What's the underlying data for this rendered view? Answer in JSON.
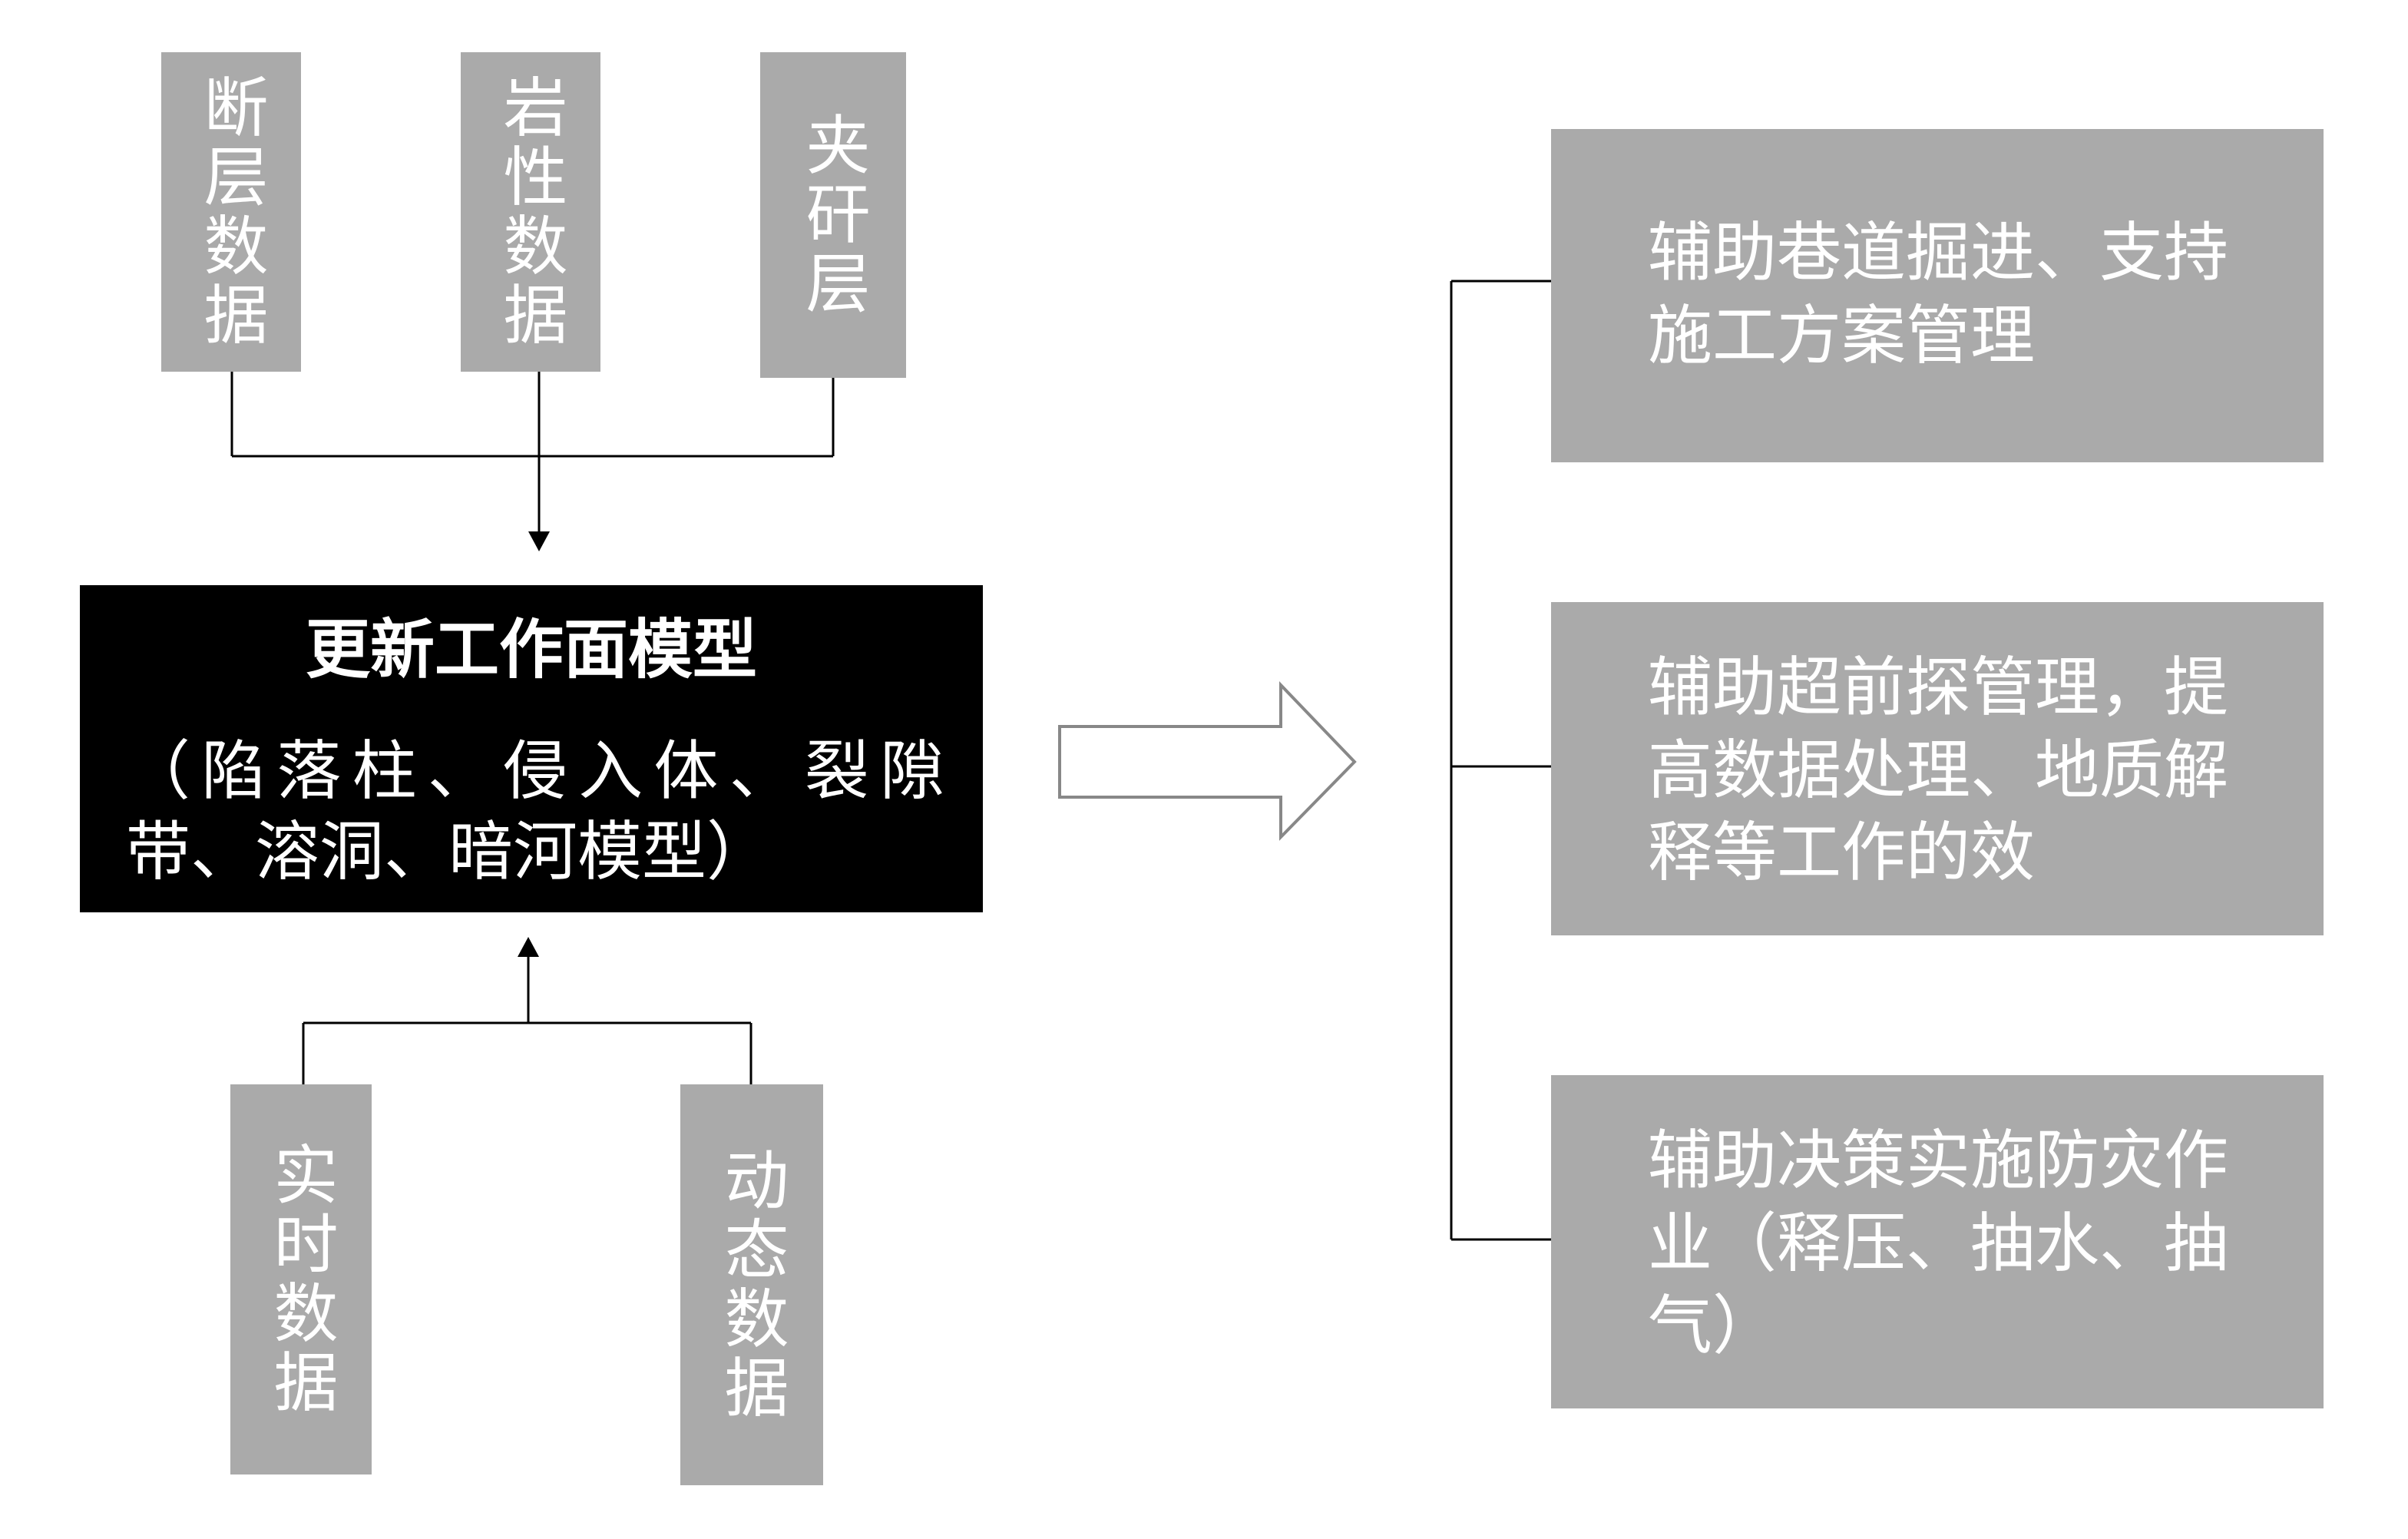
{
  "inputs_top": [
    {
      "label": "断层数据"
    },
    {
      "label": "岩性数据"
    },
    {
      "label": "夹矸层"
    }
  ],
  "center": {
    "title": "更新工作面模型",
    "subtitle": "（陷落柱、侵入体、裂隙带、溶洞、暗河模型）"
  },
  "inputs_bottom": [
    {
      "label": "实时数据"
    },
    {
      "label": "动态数据"
    }
  ],
  "outputs": [
    {
      "text": "辅助巷道掘进、支持施工方案管理"
    },
    {
      "text": "辅助超前探管理，提高数据处理、地质解释等工作的效"
    },
    {
      "text": "辅助决策实施防灾作业（释压、抽水、抽气）"
    }
  ],
  "colors": {
    "box_fill": "#aaaaaa",
    "center_fill": "#000000",
    "box_text": "#ffffff",
    "line": "#000000"
  }
}
